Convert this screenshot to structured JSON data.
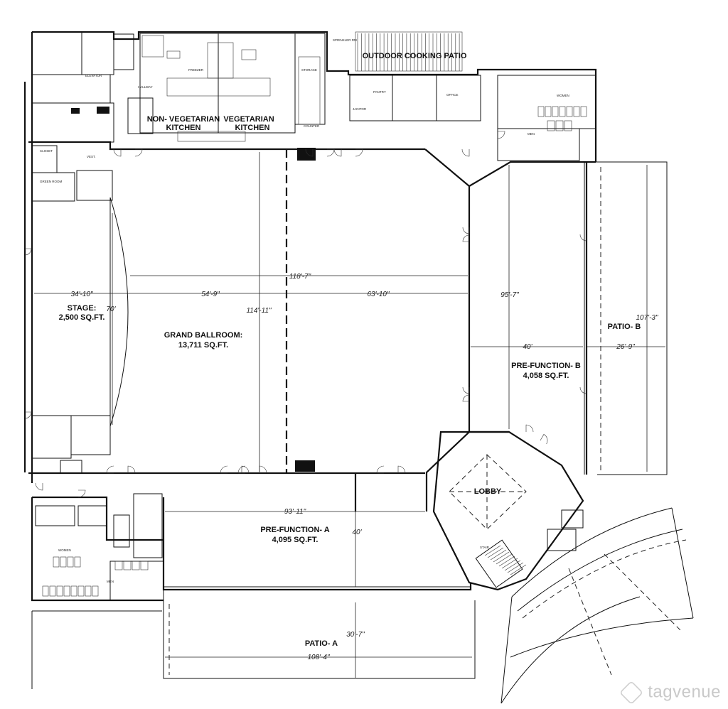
{
  "rooms": {
    "grand_ballroom": "GRAND BALLROOM:",
    "grand_ballroom_area": "13,711 SQ.FT.",
    "stage": "STAGE:",
    "stage_area": "2,500 SQ.FT.",
    "pre_function_a": "PRE-FUNCTION- A",
    "pre_function_a_area": "4,095 SQ.FT.",
    "pre_function_b": "PRE-FUNCTION- B",
    "pre_function_b_area": "4,058 SQ.FT.",
    "patio_a": "PATIO- A",
    "patio_b": "PATIO- B",
    "lobby": "LOBBY",
    "non_veg_kitchen_1": "NON- VEGETARIAN",
    "non_veg_kitchen_2": "KITCHEN",
    "veg_kitchen_1": "VEGETARIAN",
    "veg_kitchen_2": "KITCHEN",
    "outdoor_patio": "OUTDOOR COOKING PATIO",
    "women_top": "WOMEN",
    "men_top": "MEN",
    "women_bottom": "WOMEN",
    "men_bottom": "MEN",
    "storage": "STORAGE",
    "counter": "COUNTER",
    "closet": "CLOSET",
    "green_room": "GREEN ROOM",
    "vest": "VEST.",
    "hallway": "HALLWAY",
    "office": "OFFICE",
    "pantry": "PANTRY",
    "sprinkler": "SPRINKLER RM",
    "janitor": "JANITOR",
    "freezer": "FREEZER",
    "stair": "STAIR",
    "elevator": "ELEVATOR"
  },
  "dimensions": {
    "stage_width": "34'-10\"",
    "stage_height": "70'",
    "ballroom_left": "54'-9\"",
    "ballroom_right": "63'-10\"",
    "ballroom_total": "118'-7\"",
    "ballroom_height": "114'-11\"",
    "pf_b_height": "95'-7\"",
    "pf_b_width": "40'",
    "patio_b_width": "26'-9\"",
    "patio_b_height": "107'-3\"",
    "pf_a_width": "93'-11\"",
    "pf_a_height": "40'",
    "patio_a_height": "30'-7\"",
    "patio_a_width": "108'-4\""
  },
  "brand": "tagvenue"
}
